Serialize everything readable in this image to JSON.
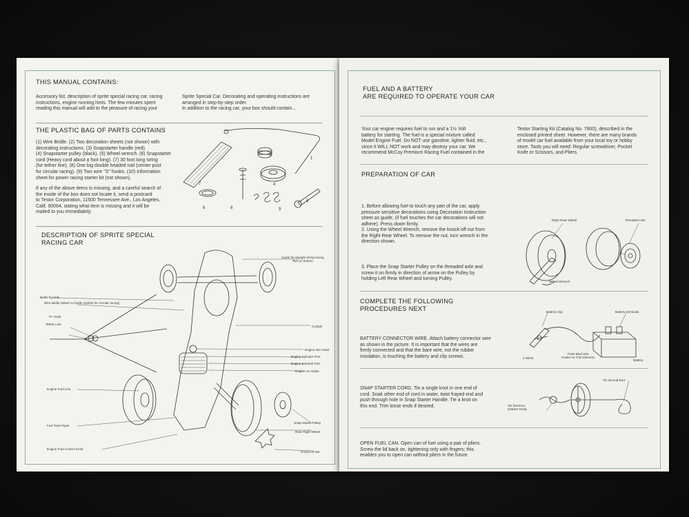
{
  "left": {
    "contains": {
      "heading": "THIS MANUAL CONTAINS:",
      "col1": "Accessory list, description of sprite special racing car, racing\ninstructions, engine running hints. The few minutes spent\nreading this manual will add to the pleasure of racing your",
      "col2": "Sprite Special Car. Decorating and operating instructions are\narranged in step-by-step order.\nIn addition to the racing car, your box should contain..."
    },
    "parts": {
      "heading": "THE PLASTIC BAG OF PARTS CONTAINS",
      "text1": "(1) Wire Bridle. (2) Two decoration sheets (not shown) with\ndecorating instructions. (3) Snapstarter handle (red).\n(4) Snapstarter pulley (black). (5) Wheel wrench. (6) Snapstarter\ncord (Heavy cord about a foot long). (7) 30 foot long string\n(for tether line). (8) One big double headed nail (center post\nfor circular racing). (9) Two wire \"S\" hooks. (10) Information\nsheet for power racing starter kit (not shown).",
      "text2": "If any of the above items is missing, and a careful search of\nthe inside of the box does not locate it, send a postcard\nto Testor Corporation, 11500 Tennessee Ave., Los Angeles,\nCalif. 90064, stating what item is missing and it will be\nmailed to you immediately.",
      "numbers": [
        "1",
        "3",
        "4",
        "7",
        "5",
        "6",
        "8",
        "9"
      ]
    },
    "description": {
      "heading": "DESCRIPTION OF SPRITE SPECIAL\nRACING CAR",
      "labels": {
        "guide": "Guide for straight string racing\nTwo on bottom",
        "bridle_eyelets": "Bridle Eyelets",
        "wire_bridle": "Wire Bridle (attach to bridle eyelets for circular racing)",
        "s_hook": "\"S\" Hook",
        "tether": "Tether Line",
        "cockpit": "Cockpit",
        "glo_head": "Engine Glo Head",
        "cyl_fins": "Engine Cylinder Fins",
        "exhaust": "Engine Exhaust Port",
        "air_intake": "Engine Air Intake",
        "fuel_line": "Engine Fuel Line",
        "fuel_pipes": "Fuel Tank Pipes",
        "snap_pulley": "Snap-starter Pulley",
        "rear_wheel": "Rear Right Wheel",
        "fuel_knob": "Engine Fuel Control Knob",
        "knock_nut": "Knock off Nut"
      }
    }
  },
  "right": {
    "fuel": {
      "heading": "FUEL AND A BATTERY\nARE REQUIRED TO OPERATE YOUR CAR",
      "col1": "Your car engine requires fuel to run and a 1½ Volt\nbattery for starting. The fuel is a special mixture called\nModel Engine Fuel. Do NOT use gasoline, lighter fluid, etc.,\nsince it WILL NOT work and may destroy your car. We\nrecommend McCoy Premium Racing Fuel contained in the",
      "col2": "Testor Starting Kit (Catalog No. 7800), described in the\nenclosed printed sheet. However, there are many brands\nof model car fuel available from your local toy or hobby\nstore. Tools you will need: Regular screwdriver, Pocket\nKnife or Scissors, and Pliers."
    },
    "prep": {
      "heading": "PREPARATION OF CAR",
      "step1": "1. Before allowing fuel to touch any part of the car, apply\npressure sensitive decorations using Decoration Instruction\nsheet as guide, (if fuel touches the car decorations will not\nadhere). Press down firmly.",
      "step2": "2. Using the Wheel Wrench, remove the knock-off nut from\nthe Right Rear Wheel. To remove the nut, turn wrench in the\ndirection shown.",
      "step3": "3. Place the Snap Starter Pulley on the threaded axle and\nscrew it on firmly in direction of arrow on the Pulley by\nholding Left Rear Wheel and turning Pulley.",
      "labels": {
        "rrw": "Right Rear Wheel",
        "axle": "Threaded Axle",
        "wrench": "Wheel Wrench"
      }
    },
    "procedures": {
      "heading": "COMPLETE THE FOLLOWING\nPROCEDURES NEXT",
      "battery": "BATTERY CONNECTOR WIRE. Attach battery connector wire\nas shown in the picture. It is important that the wires are\nfirmly connected and that the bare wire, not the rubber\ninsulation, is touching the battery and clip screws.",
      "battery_labels": {
        "clip": "Battery Clip",
        "terminals": "Battery terminals",
        "wires": "2 Wires",
        "hooks": "Point Bind wire\nHooks on This Direction",
        "battery": "Battery"
      },
      "snap": "SNAP STARTER CORD. Tie a single knot in one end of\ncord. Soak other end of cord in water, twist frayed end and\npush through hole in Snap Starter Handle. Tie a knot on\nthis end. Trim loose ends if desired.",
      "snap_labels": {
        "second": "Tie second knot",
        "first": "Tie first knot\n(Starter Knot)"
      },
      "open": "OPEN FUEL CAN. Open can of fuel using a pair of pliers.\nScrew the lid back on, tightening only with fingers; this\nenables you to open can without pliers in the future."
    }
  }
}
